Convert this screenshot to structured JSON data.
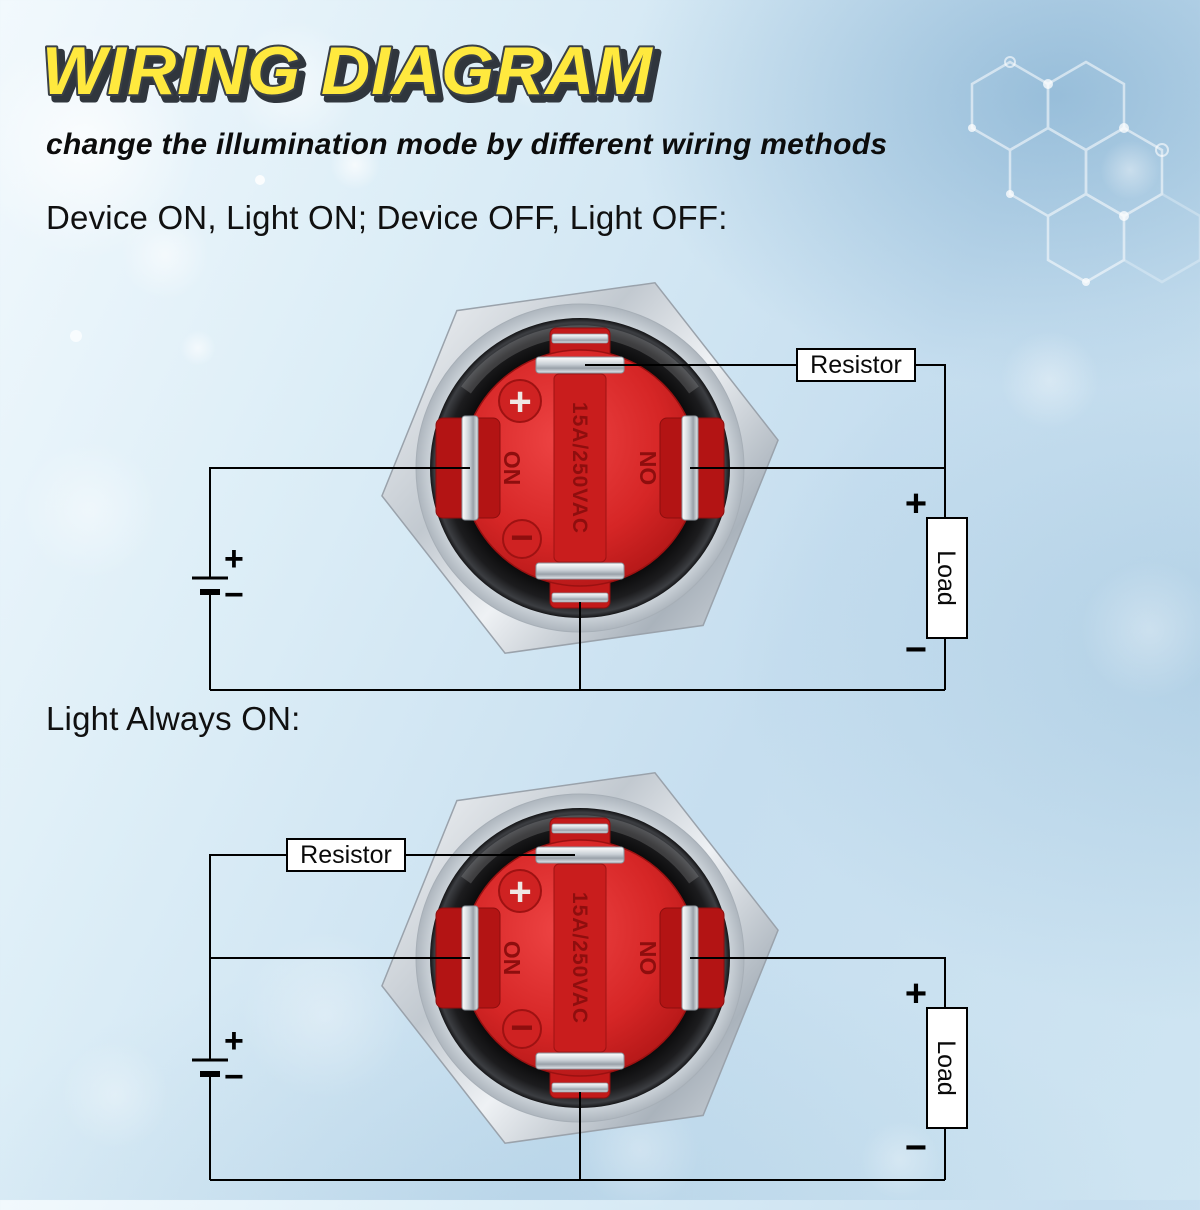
{
  "header": {
    "title": "WIRING DIAGRAM",
    "subtitle": "change the illumination mode by different wiring methods"
  },
  "diagrams": [
    {
      "heading": "Device ON, Light ON; Device OFF, Light OFF:",
      "resistor_label": "Resistor",
      "load_label": "Load",
      "load_plus": "+",
      "load_minus": "−",
      "battery_plus": "+",
      "battery_minus": "−"
    },
    {
      "heading": "Light Always ON:",
      "resistor_label": "Resistor",
      "load_label": "Load",
      "load_plus": "+",
      "load_minus": "−",
      "battery_plus": "+",
      "battery_minus": "−"
    }
  ],
  "switch": {
    "rating": "15A/250VAC",
    "no": "NO",
    "plus": "+",
    "minus": "−"
  },
  "colors": {
    "title_fill": "#ffe93e",
    "title_outline": "#3a4047",
    "switch_body": "#d62626",
    "wire": "#000000",
    "background": "#cfe5f2"
  }
}
